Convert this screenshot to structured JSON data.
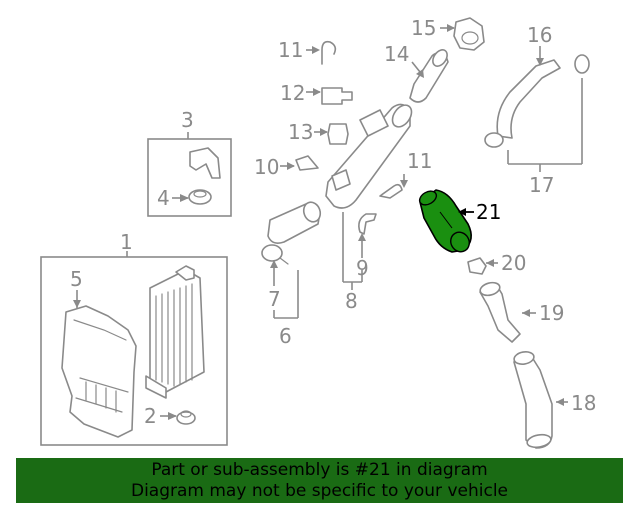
{
  "callouts": {
    "c1": "1",
    "c2": "2",
    "c3": "3",
    "c4": "4",
    "c5": "5",
    "c6": "6",
    "c7": "7",
    "c8": "8",
    "c9": "9",
    "c10": "10",
    "c11a": "11",
    "c11b": "11",
    "c12": "12",
    "c13": "13",
    "c14": "14",
    "c15": "15",
    "c16": "16",
    "c17": "17",
    "c18": "18",
    "c19": "19",
    "c20": "20",
    "c21": "21"
  },
  "highlight": {
    "part_number": "21",
    "color": "#1a8f10"
  },
  "banner": {
    "line1": "Part or sub-assembly is #21 in diagram",
    "line2": "Diagram may not be specific to your vehicle",
    "background": "#1a6b14"
  },
  "colors": {
    "line_art": "#8a8a8a",
    "highlight_text": "#000000"
  }
}
